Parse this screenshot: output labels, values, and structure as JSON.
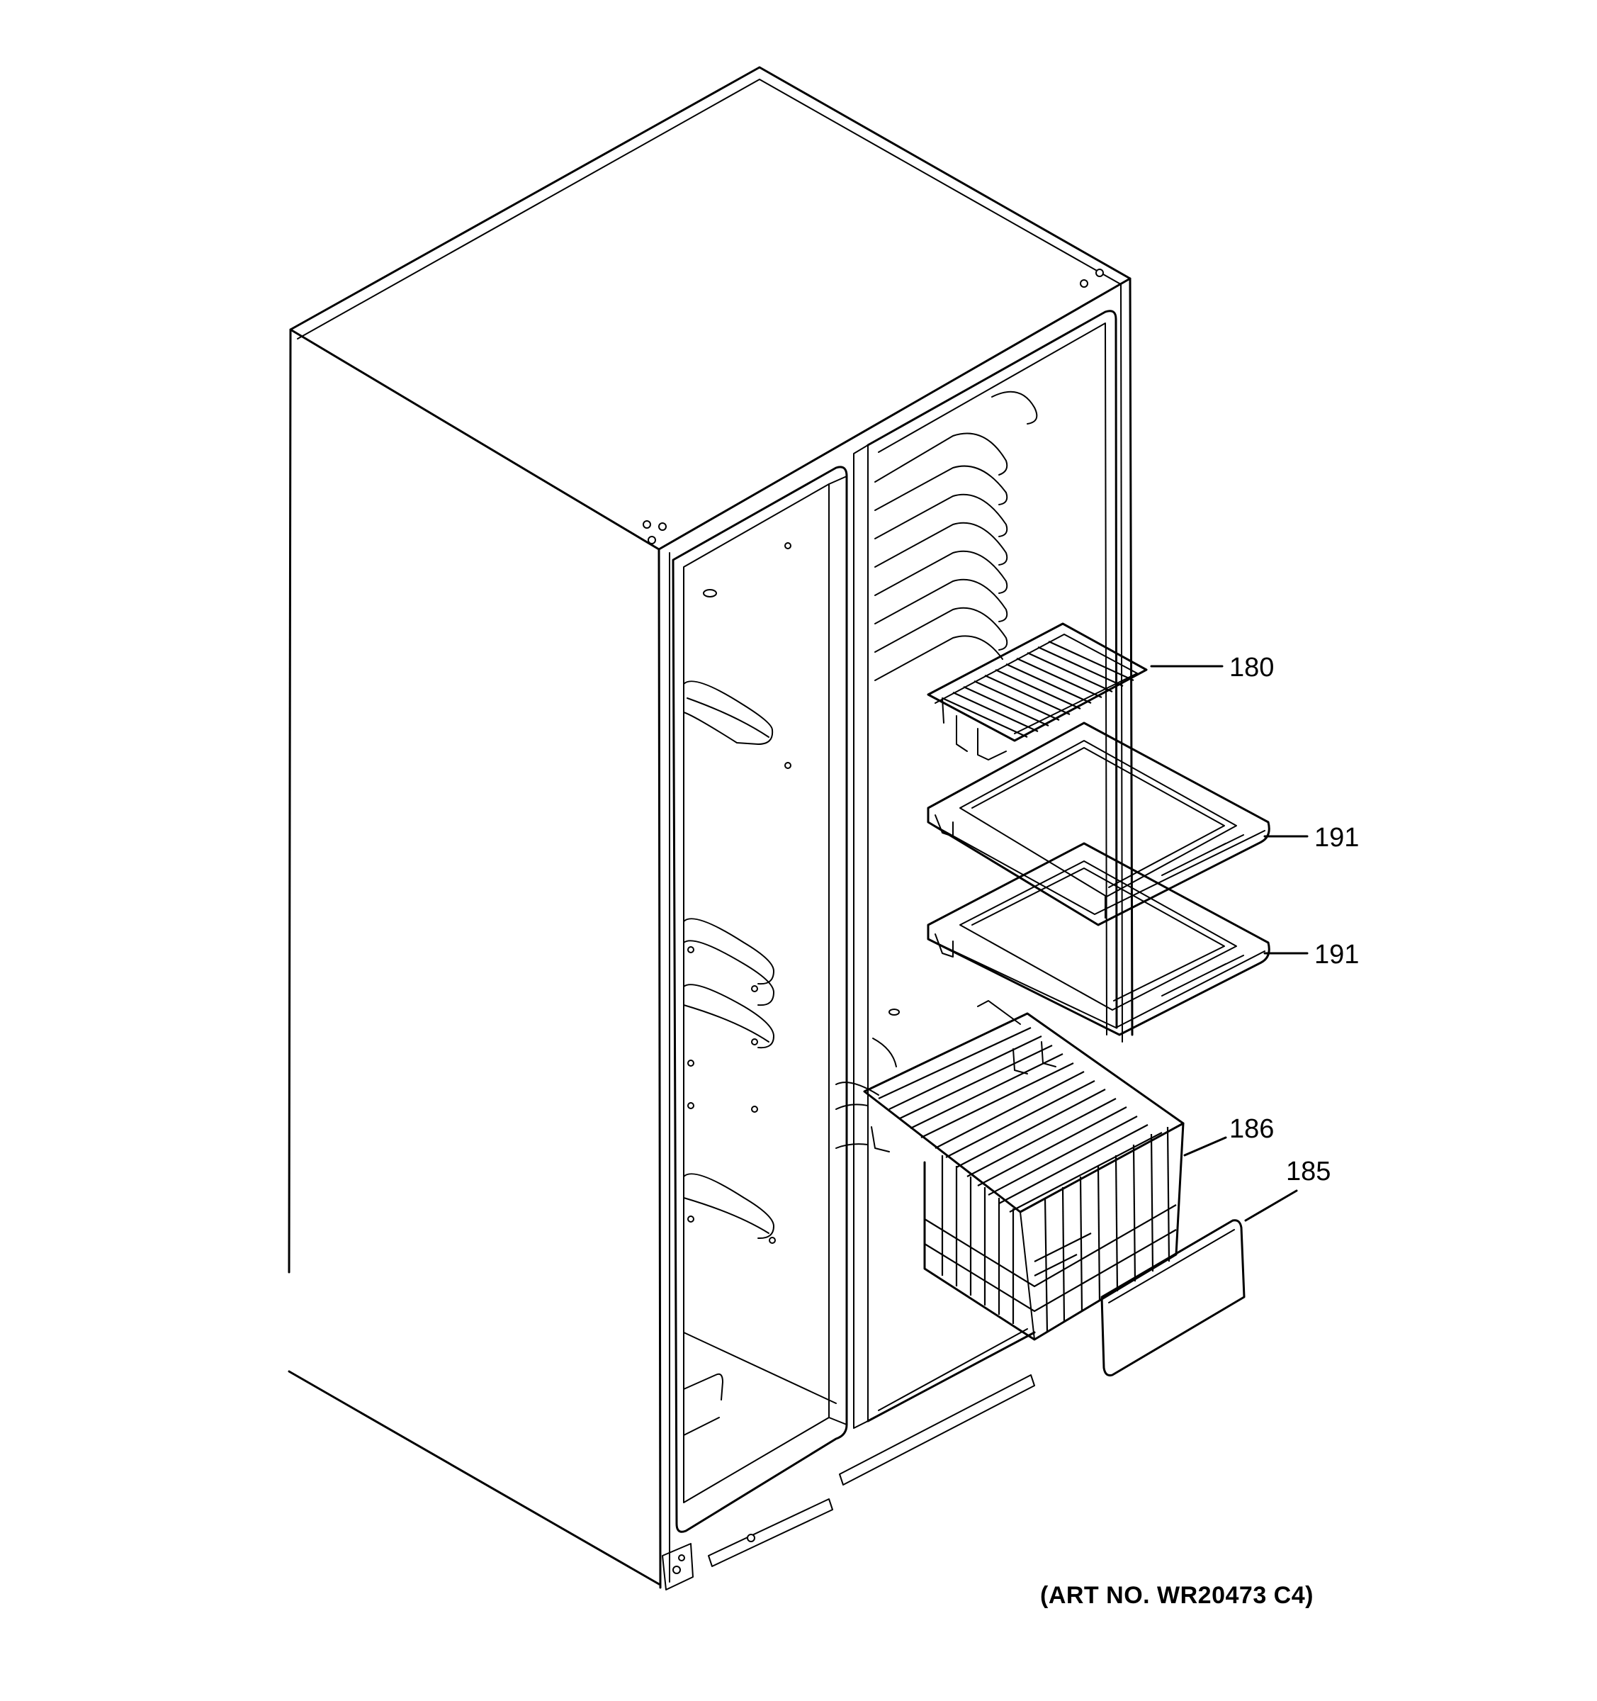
{
  "diagram": {
    "callouts": [
      {
        "id": "shelf-wire",
        "label": "180"
      },
      {
        "id": "shelf-glass-upper",
        "label": "191"
      },
      {
        "id": "shelf-glass-lower",
        "label": "191"
      },
      {
        "id": "basket",
        "label": "186"
      },
      {
        "id": "basket-front",
        "label": "185"
      }
    ],
    "art_number": "(ART NO. WR20473 C4)"
  }
}
